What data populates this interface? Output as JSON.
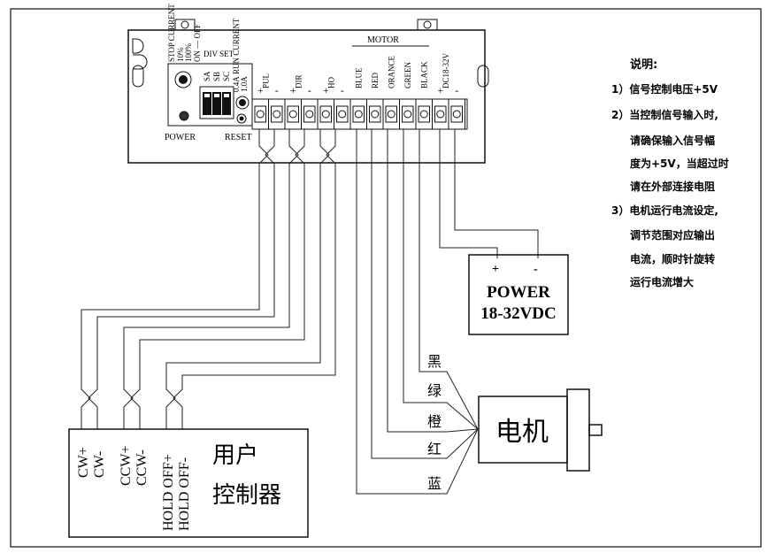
{
  "driver": {
    "stop_current_label": "STOP CURRENT",
    "stop_10": "10%",
    "stop_100": "100%",
    "off_label": "ON — OFF",
    "div_set_label": "DIV SET",
    "s_labels": [
      "SA",
      "SB",
      "SC"
    ],
    "run_current_label": "RUN CURRENT",
    "run_range_low": "0.4A",
    "run_range_high": "1.0A",
    "power_label": "POWER",
    "reset_label": "RESET",
    "motor_group_label": "MOTOR",
    "terminals": [
      {
        "sign": "+",
        "label": "PUL"
      },
      {
        "sign": "-",
        "label": ""
      },
      {
        "sign": "+",
        "label": "DIR"
      },
      {
        "sign": "-",
        "label": ""
      },
      {
        "sign": "+",
        "label": "HO"
      },
      {
        "sign": "-",
        "label": ""
      },
      {
        "sign": "",
        "label": "BLUE"
      },
      {
        "sign": "",
        "label": "RED"
      },
      {
        "sign": "",
        "label": "ORANCE"
      },
      {
        "sign": "",
        "label": "GREEN"
      },
      {
        "sign": "",
        "label": "BLACK"
      },
      {
        "sign": "+",
        "label": "DC18-32V"
      },
      {
        "sign": "-",
        "label": ""
      }
    ]
  },
  "power_supply": {
    "plus": "+",
    "minus": "-",
    "line1": "POWER",
    "line2": "18-32VDC"
  },
  "controller": {
    "pins": [
      "CW+",
      "CW-",
      "CCW+",
      "CCW-",
      "HOLD OFF+",
      "HOLD OFF-"
    ],
    "title_line1": "用户",
    "title_line2": "控制器"
  },
  "motor": {
    "title": "电机",
    "wire_labels": [
      "黑",
      "绿",
      "橙",
      "红",
      "蓝"
    ]
  },
  "notes": {
    "heading": "说明:",
    "items": [
      "1）信号控制电压+5V",
      "2）当控制信号输入时,",
      "请确保输入信号幅",
      "度为+5V，当超过时",
      "请在外部连接电阻",
      "3）电机运行电流设定,",
      "调节范围对应输出",
      "电流，顺时针旋转",
      "运行电流增大"
    ]
  }
}
